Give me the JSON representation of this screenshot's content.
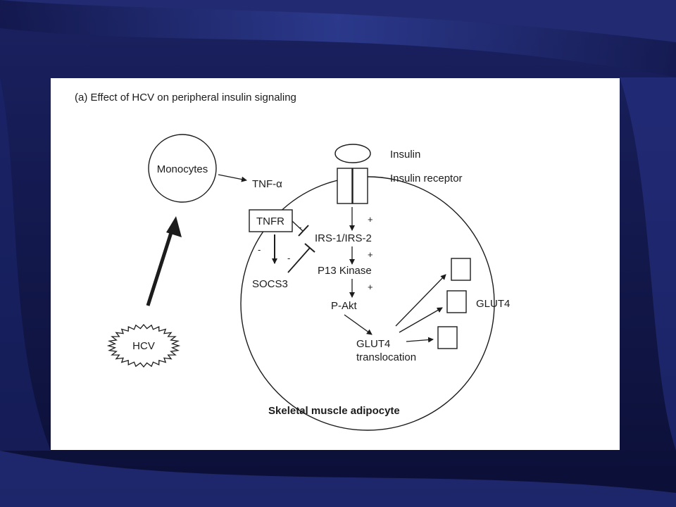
{
  "slide": {
    "panel_title": "(a) Effect of HCV on peripheral insulin signaling",
    "caption": "Skeletal muscle adipocyte"
  },
  "nodes": {
    "monocytes": "Monocytes",
    "tnf_alpha": "TNF-α",
    "tnfr": "TNFR",
    "socs3": "SOCS3",
    "hcv": "HCV",
    "insulin": "Insulin",
    "insulin_receptor": "Insulin receptor",
    "irs": "IRS-1/IRS-2",
    "pi3k": "P13 Kinase",
    "pakt": "P-Akt",
    "glut4_translocation_line1": "GLUT4",
    "glut4_translocation_line2": "translocation",
    "glut4": "GLUT4"
  },
  "signs": {
    "plus_receptor_irs": "+",
    "plus_irs_pi3k": "+",
    "plus_pi3k_pakt": "+",
    "minus_tnfr_irs": "-",
    "minus_tnfr_socs3": "-",
    "minus_socs3_irs": "-"
  },
  "colors": {
    "background": "#141a4e",
    "accent": "#3a4db0",
    "panel": "#ffffff",
    "ink": "#1c1c1c"
  }
}
